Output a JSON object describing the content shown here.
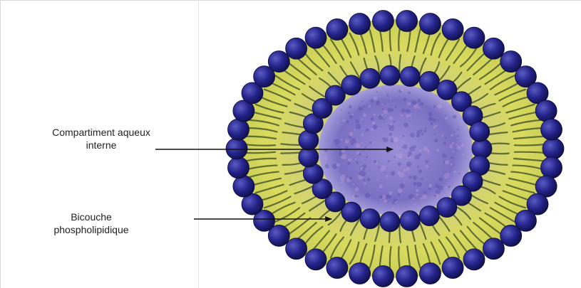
{
  "labels": {
    "aqueous_compartment": "Compartiment aqueux\ninterne",
    "bilayer": "Bicouche\nphospholipidique"
  },
  "colors": {
    "head": "#1f1f7a",
    "head_highlight": "#4a4ab0",
    "tail_band": "#d4d46a",
    "tail_stroke": "#4b5a2a",
    "core": "#7a6fc2",
    "core_glow": "#b9b1e6",
    "arrow": "#111111"
  },
  "icons": {
    "liposome": "liposome-illustration",
    "pointer": "arrow"
  }
}
